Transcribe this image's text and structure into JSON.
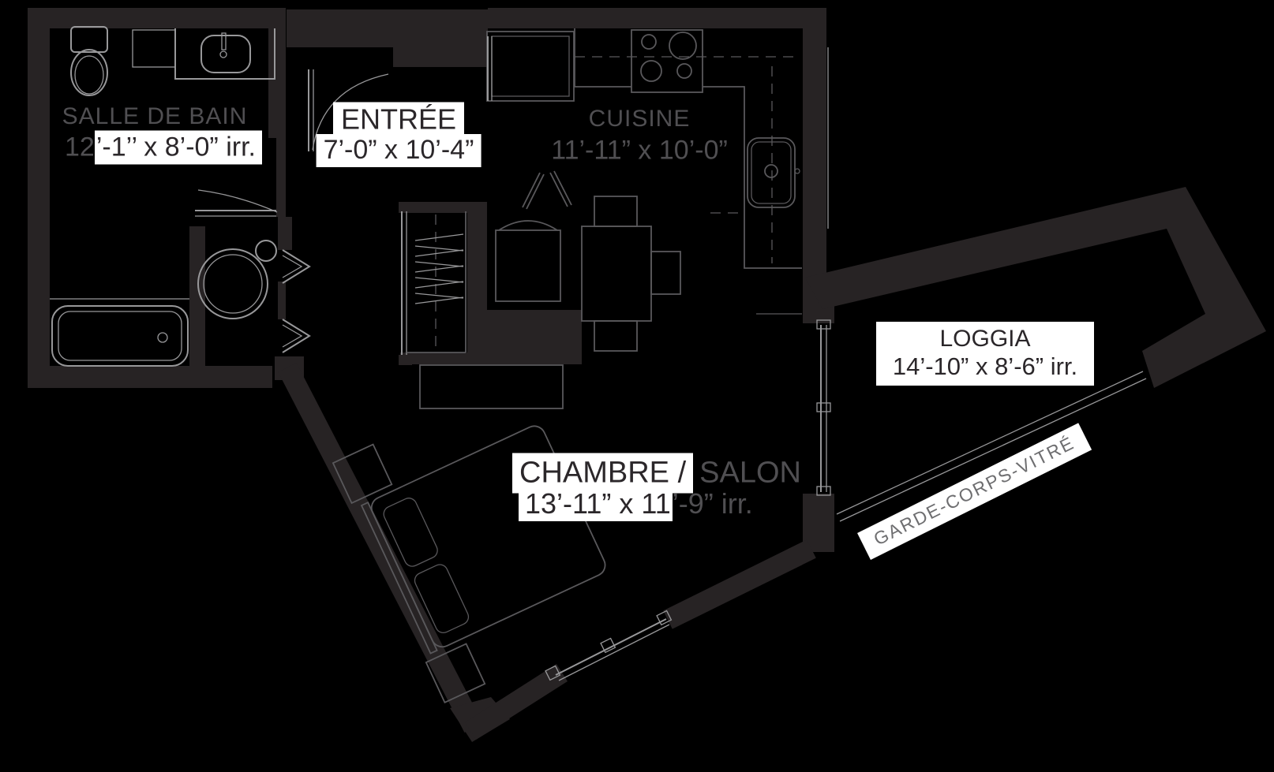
{
  "colors": {
    "bg": "#000000",
    "wall": "#272324",
    "line_light": "#98989a",
    "line_mid": "#59585b",
    "text_gray": "#504f52",
    "text_dark": "#2b272a",
    "garde_text": "#6e6e70",
    "label_bg": "#ffffff"
  },
  "rooms": {
    "salle_de_bain": {
      "name": "SALLE DE BAIN",
      "dims_prefix": "12",
      "dims_rest": "’-1’’ x 8’-0” irr."
    },
    "entree": {
      "name": "ENTRÉE",
      "dims": "7’-0” x 10’-4”"
    },
    "cuisine": {
      "name": "CUISINE",
      "dims": "11’-11” x 10’-0”"
    },
    "chambre_salon": {
      "name_boxed": "CHAMBRE /",
      "name_plain": "SALON",
      "dims_boxed": "13’-11” x 11",
      "dims_plain": "’-9” irr."
    },
    "loggia": {
      "name": "LOGGIA",
      "dims": "14’-10” x 8’-6” irr."
    }
  },
  "annotations": {
    "garde_corps": "GARDE-CORPS-VITRÉ"
  },
  "fixtures": [
    "toilet",
    "bathroom-cabinet",
    "vanity-sink",
    "bathtub",
    "washer",
    "bathroom-door",
    "closet-pivot-doors",
    "entry-door",
    "coat-closet",
    "bifold-door",
    "refrigerator",
    "cooktop",
    "kitchen-counter",
    "kitchen-sink",
    "dining-table",
    "dining-chairs",
    "armchair",
    "bench",
    "bed",
    "pillows",
    "nightstands",
    "loggia-sliding-door",
    "bedroom-window",
    "glass-railing"
  ]
}
